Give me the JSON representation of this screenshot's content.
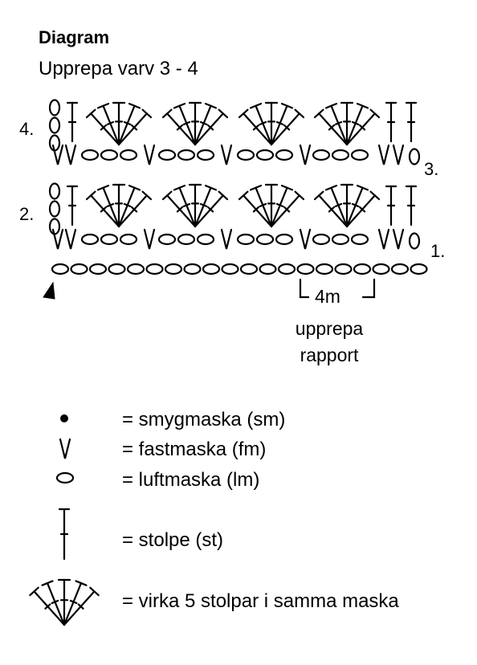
{
  "header": {
    "title": "Diagram",
    "subtitle": "Upprepa varv 3 - 4"
  },
  "rows": {
    "row1": "1.",
    "row2": "2.",
    "row3": "3.",
    "row4": "4."
  },
  "repeat": {
    "count": "4m",
    "label_line1": "upprepa",
    "label_line2": "rapport"
  },
  "legend": [
    {
      "symbol": "slip-stitch-symbol",
      "text": "= smygmaska (sm)"
    },
    {
      "symbol": "single-crochet-symbol",
      "text": "= fastmaska (fm)"
    },
    {
      "symbol": "chain-stitch-symbol",
      "text": "= luftmaska (lm)"
    },
    {
      "symbol": "double-crochet-symbol",
      "text": "= stolpe (st)"
    },
    {
      "symbol": "shell-symbol",
      "text": "= virka 5 stolpar i samma maska"
    }
  ]
}
